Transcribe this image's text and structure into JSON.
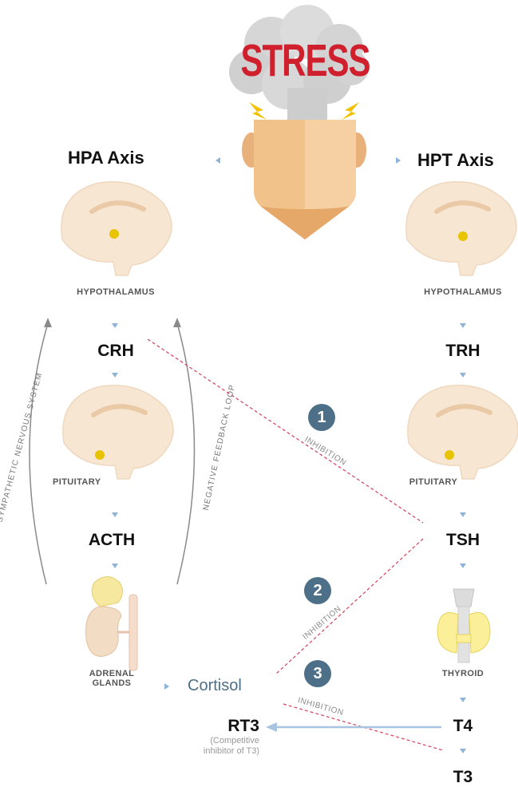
{
  "stress": {
    "label": "STRESS"
  },
  "hpa": {
    "title": "HPA Axis",
    "hypothalamus": "HYPOTHALAMUS",
    "crh": "CRH",
    "pituitary": "PITUITARY",
    "acth": "ACTH",
    "adrenal": "ADRENAL\nGLANDS",
    "cortisol": "Cortisol"
  },
  "hpt": {
    "title": "HPT Axis",
    "hypothalamus": "HYPOTHALAMUS",
    "trh": "TRH",
    "pituitary": "PITUITARY",
    "tsh": "TSH",
    "thyroid": "THYROID",
    "t4": "T4",
    "t3": "T3"
  },
  "rt3": {
    "label": "RT3",
    "note": "(Competitive\ninhibitor of T3)"
  },
  "loops": {
    "sympathetic": "SYMPATHETIC NERVOUS SYSTEM",
    "negative_feedback": "NEGATIVE FEEDBACK LOOP"
  },
  "inhibitions": [
    {
      "number": "1",
      "label": "INHIBITION"
    },
    {
      "number": "2",
      "label": "INHIBITION"
    },
    {
      "number": "3",
      "label": "INHIBITION"
    }
  ],
  "colors": {
    "stress_red": "#d0202e",
    "badge": "#4d6f87",
    "inhibition_line": "#d9405a",
    "arrow_blue": "#8fb3d9",
    "skin": "#f2c28b",
    "brain": "#f7e6d2"
  }
}
